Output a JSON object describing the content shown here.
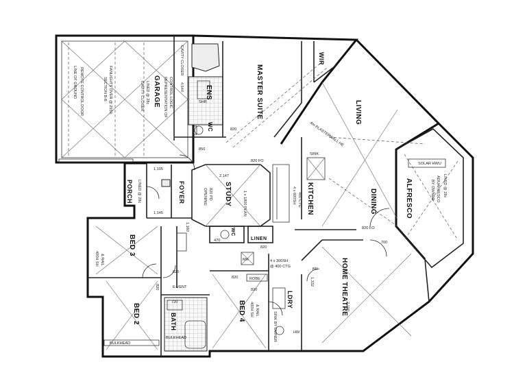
{
  "rooms": {
    "garage": "GARAGE",
    "master_suite": "MASTER SUITE",
    "ens": "ENS",
    "wc1": "WC",
    "wir": "WIR",
    "living": "LIVING",
    "kitchen": "KITCHEN",
    "dining": "DINING",
    "alfresco": "ALFRESCO",
    "study": "STUDY",
    "foyer": "FOYER",
    "porch": "PORCH",
    "bed3": "BED 3",
    "bed2": "BED 2",
    "bath": "BATH",
    "bed4": "BED 4",
    "wc2": "WC",
    "linen": "LINEN",
    "ldry": "LDRY",
    "home_theatre": "HOME THEATRE"
  },
  "notes": {
    "garage_lined": "LINED @ 28c",
    "garage_cavity": "CAVITY CLOSER",
    "garage_repres": "REPRESENTATION OF",
    "garage_cont": "CONTROL LOGIC",
    "garage_fan": "FANLIGHTS OVER @ 2550",
    "garage_sect": "SECTION B-B",
    "garage_remote": "REMOTE CONTROL DOOR",
    "garage_line": "LINE OF GROUND",
    "garage_cavity2": "CAVITY CLOSER",
    "garage_dim": "4,544",
    "dim_850": "850",
    "dim_820a": "820",
    "dim_820fo": "820 FO",
    "dim_2147": "2,147",
    "dim_1105": "1,105",
    "dim_1145": "1,145",
    "dim_1160": "1,160",
    "dim_820b": "820",
    "dim_820c": "820",
    "dim_820d": "820",
    "dim_820e": "820",
    "dim_820f": "820",
    "dim_720": "720",
    "dim_700": "700",
    "dim_820g": "820 FO",
    "dim_1332": "1,332",
    "dim_2100": "2,100",
    "study_note1": "820 PD",
    "study_note2": "OPENING",
    "study_note3": "1 x 1800 PLAN",
    "porch_lined": "LINED @ 28c",
    "kitchen_cvd": "4 x 600SH",
    "kitchen_ctg": "400 CTG",
    "alfresco_solar": "SOLAR HWU",
    "alfresco_lined": "LINED @ 28c",
    "alfresco_ag": "AGUAFRESCO",
    "alfresco_by": "BY OWNER",
    "living_ceil": "4m PLASTERWALL HE",
    "bed3_win": "400H SH",
    "bed3_rail": "& RAIL",
    "bed2_bulk": "BULKHEAD",
    "bath_bulk": "BULKHEAD",
    "bed4_win": "400H SH",
    "bed4_rail": "& RAIL",
    "robe": "ROBE",
    "ldry_hw": "HW",
    "ldry_owner": "SINK BY OWNER",
    "theatre_ctg": "4 x 300SH",
    "theatre_ctg2": "@ 400 CTG",
    "wc2_note": "470",
    "evemt": "E-VENT",
    "mh": "MH",
    "sink_note": "SINK",
    "theatre_br": "BR",
    "ens_shr": "SHR"
  },
  "colors": {
    "ink": "#111111",
    "paper": "#ffffff",
    "hatch": "#ededed"
  }
}
